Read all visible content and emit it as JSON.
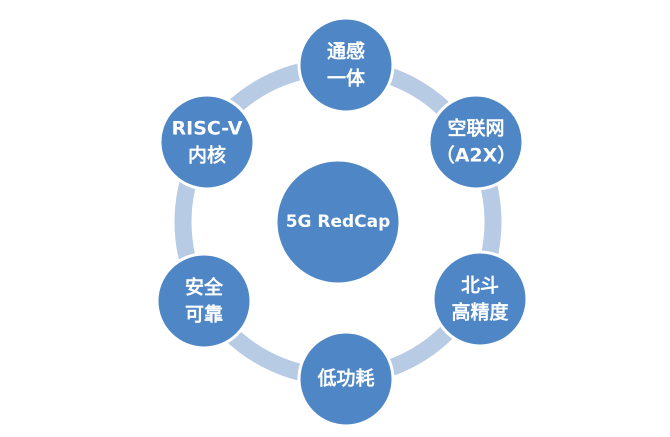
{
  "diagram": {
    "center": {
      "label": "5G RedCap"
    },
    "nodes": [
      {
        "id": "top",
        "lines": [
          "通感",
          "一体"
        ]
      },
      {
        "id": "upper-right",
        "lines": [
          "空联网",
          "（A2X）"
        ]
      },
      {
        "id": "lower-right",
        "lines": [
          "北斗",
          "高精度"
        ]
      },
      {
        "id": "bottom",
        "lines": [
          "低功耗"
        ]
      },
      {
        "id": "lower-left",
        "lines": [
          "安全",
          "可靠"
        ]
      },
      {
        "id": "upper-left",
        "lines": [
          "RISC-V",
          "内核"
        ]
      }
    ],
    "colors": {
      "node_fill": "#4f86c6",
      "node_stroke": "#ffffff",
      "ring": "#b8cbe4"
    }
  }
}
